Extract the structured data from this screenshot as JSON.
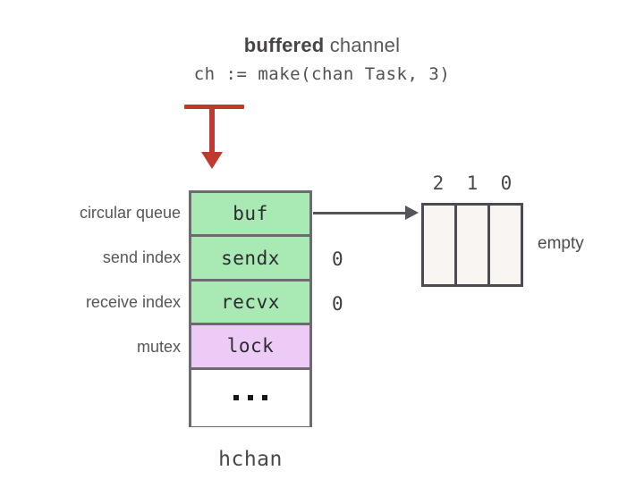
{
  "heading": {
    "title_strong": "buffered",
    "title_rest": " channel",
    "code": "ch := make(chan Task, 3)"
  },
  "struct_box": {
    "caption": "hchan",
    "rows": [
      {
        "name": "buf",
        "label": "circular queue",
        "value": "",
        "fill": "#a9e9b4"
      },
      {
        "name": "sendx",
        "label": "send index",
        "value": "0",
        "fill": "#a9e9b4"
      },
      {
        "name": "recvx",
        "label": "receive index",
        "value": "0",
        "fill": "#a9e9b4"
      },
      {
        "name": "lock",
        "label": "mutex",
        "value": "",
        "fill": "#ecccf7"
      },
      {
        "name": "...",
        "label": "",
        "value": "",
        "fill": "#ffffff"
      }
    ]
  },
  "buffer": {
    "indices": [
      "2",
      "1",
      "0"
    ],
    "cells": [
      "",
      "",
      ""
    ],
    "state_label": "empty",
    "cell_fill": "#f8f5f2"
  },
  "colors": {
    "accent_red": "#c0392f",
    "green": "#a9e9b4",
    "purple": "#ecccf7",
    "ink": "#4a4349",
    "outline": "#6f6a72"
  }
}
